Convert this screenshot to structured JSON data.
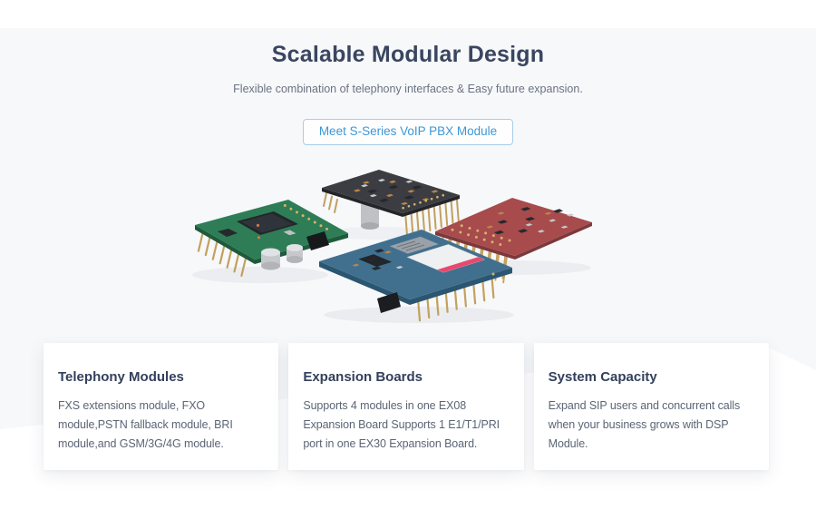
{
  "colors": {
    "section_background": "#f7f8fa",
    "accent_blue": "#3e97d4",
    "button_border": "#a6cdea",
    "title_text": "#3a4660",
    "body_text": "#5b6575",
    "card_heading": "#33405c",
    "pin_gold": "#c3a05e"
  },
  "header": {
    "title": "Scalable Modular Design",
    "subtitle": "Flexible combination of telephony interfaces & Easy future expansion."
  },
  "cta": {
    "label": "Meet S-Series VoIP PBX Module"
  },
  "illustration": {
    "alt": "Four stackable VoIP PBX telephony module circuit boards",
    "boards": [
      {
        "name": "green-module-board",
        "color": "#2e7d56"
      },
      {
        "name": "black-module-board",
        "color": "#3b3d42"
      },
      {
        "name": "blue-module-board",
        "color": "#41708f"
      },
      {
        "name": "red-module-board",
        "color": "#a74b4d"
      }
    ]
  },
  "cards": [
    {
      "title": "Telephony Modules",
      "body": "FXS extensions module, FXO module,PSTN fallback module, BRI module,and GSM/3G/4G module."
    },
    {
      "title": "Expansion Boards",
      "body": "Supports 4 modules in one EX08 Expansion Board Supports 1 E1/T1/PRI port in one EX30 Expansion Board."
    },
    {
      "title": "System Capacity",
      "body": "Expand SIP users and concurrent calls when your business grows with DSP Module."
    }
  ]
}
